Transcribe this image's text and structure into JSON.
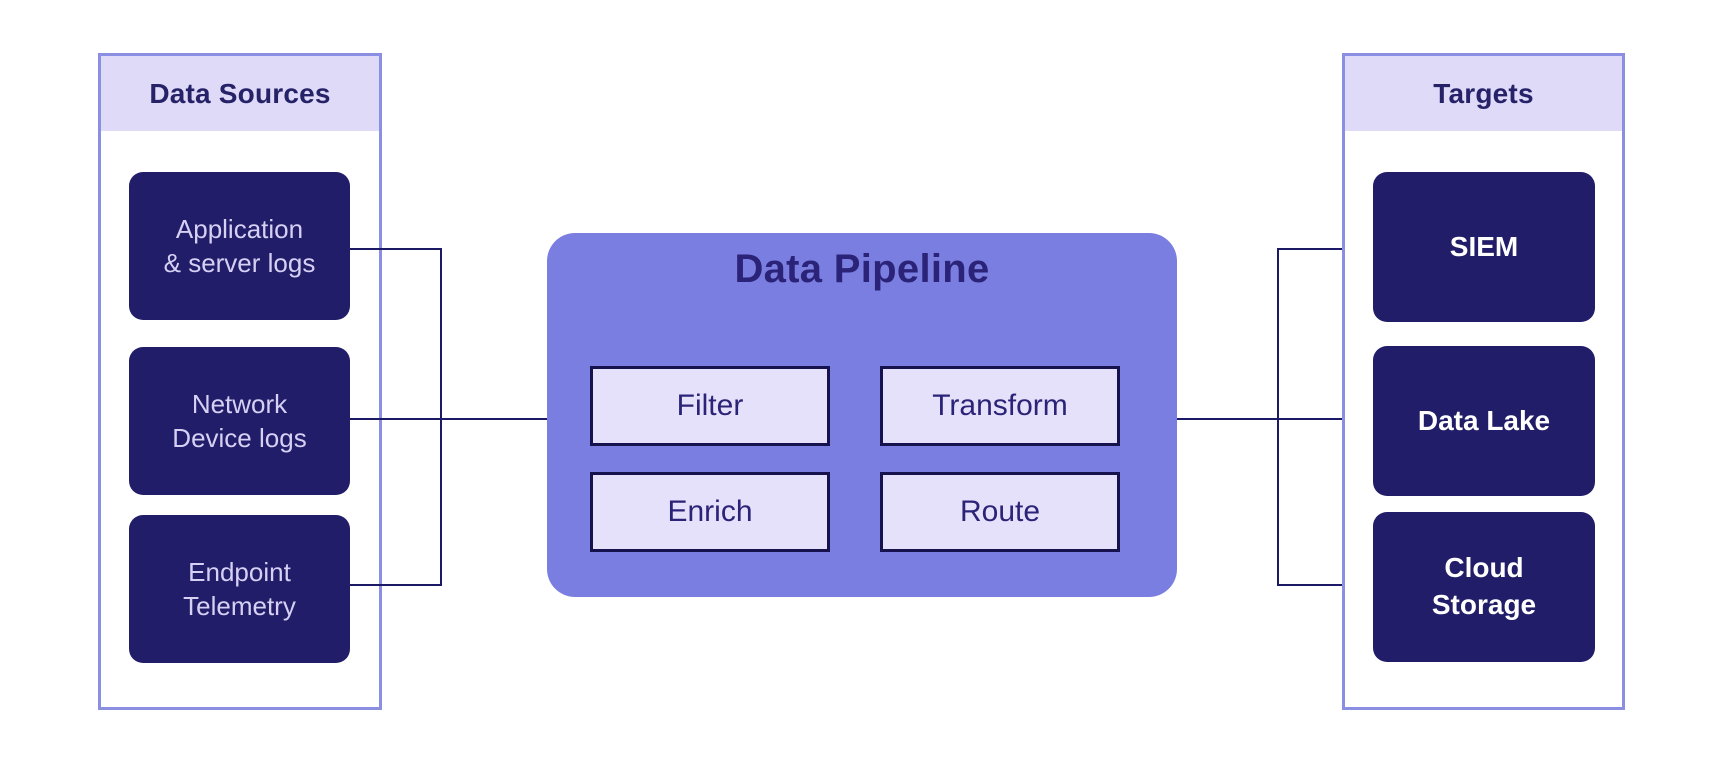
{
  "diagram": {
    "sources": {
      "title": "Data Sources",
      "items": [
        {
          "label": "Application\n& server logs"
        },
        {
          "label": "Network\nDevice logs"
        },
        {
          "label": "Endpoint\nTelemetry"
        }
      ]
    },
    "pipeline": {
      "title": "Data Pipeline",
      "stages": [
        {
          "label": "Filter"
        },
        {
          "label": "Transform"
        },
        {
          "label": "Enrich"
        },
        {
          "label": "Route"
        }
      ]
    },
    "targets": {
      "title": "Targets",
      "items": [
        {
          "label": "SIEM"
        },
        {
          "label": "Data Lake"
        },
        {
          "label": "Cloud\nStorage"
        }
      ]
    },
    "colors": {
      "background": "#FFFFFF",
      "panel_border": "#8A8FE4",
      "panel_header_fill": "#DEDAF8",
      "panel_title_text": "#262268",
      "node_fill": "#221D68",
      "node_text_sources": "#D5D0F4",
      "node_text_targets": "#FFFFFF",
      "pipeline_fill": "#7B7EE1",
      "pipeline_title_text": "#2A2377",
      "stage_fill": "#E5E1FA",
      "stage_border": "#16124D",
      "stage_text": "#2A2377",
      "connector_line": "#1C1966"
    }
  }
}
